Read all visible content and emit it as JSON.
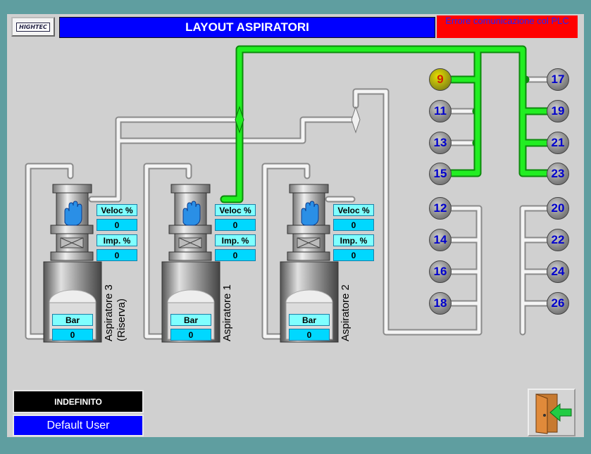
{
  "header": {
    "logo_text": "HIGHTEC",
    "title": "LAYOUT ASPIRATORI",
    "error_text": "Errore comunicazione col PLC"
  },
  "aspirators": [
    {
      "name": "Aspiratore 3",
      "sub": "(Riserva)",
      "veloc_label": "Veloc %",
      "veloc": "0",
      "imp_label": "Imp. %",
      "imp": "0",
      "bar_label": "Bar",
      "bar": "0",
      "active": false
    },
    {
      "name": "Aspiratore 1",
      "sub": "",
      "veloc_label": "Veloc %",
      "veloc": "0",
      "imp_label": "Imp. %",
      "imp": "0",
      "bar_label": "Bar",
      "bar": "0",
      "active": true
    },
    {
      "name": "Aspiratore 2",
      "sub": "",
      "veloc_label": "Veloc %",
      "veloc": "0",
      "imp_label": "Imp. %",
      "imp": "0",
      "bar_label": "Bar",
      "bar": "0",
      "active": false
    }
  ],
  "valves": {
    "v9": "9",
    "v11": "11",
    "v13": "13",
    "v15": "15",
    "v17": "17",
    "v19": "19",
    "v21": "21",
    "v23": "23",
    "v12": "12",
    "v14": "14",
    "v16": "16",
    "v18": "18",
    "v20": "20",
    "v22": "22",
    "v24": "24",
    "v26": "26"
  },
  "active_valve": "9",
  "status": {
    "state": "INDEFINITO",
    "user": "Default User"
  },
  "colors": {
    "active_pipe": "#22ee22",
    "title_bar": "#0000ff",
    "error_bg": "#ff0000",
    "frame": "#5f9ea0",
    "panel": "#d0d0d0"
  },
  "icons": {
    "manual_mode": "hand-icon",
    "exit": "exit-door-icon"
  }
}
